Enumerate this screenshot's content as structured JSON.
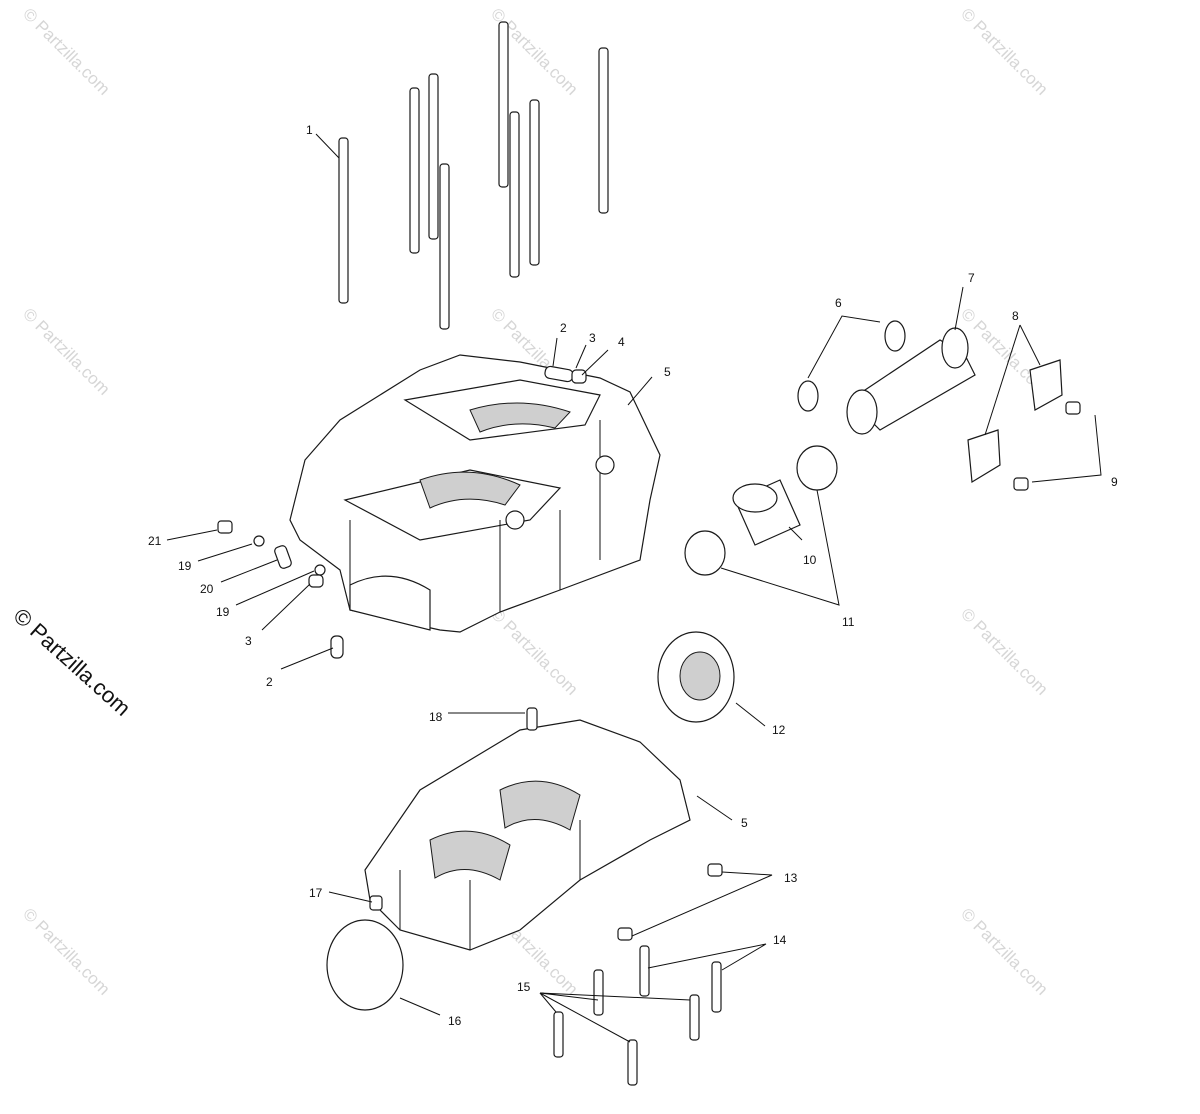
{
  "watermark": {
    "text": "© Partzilla.com"
  },
  "brand": {
    "text": "© Partzilla.com"
  },
  "callouts": {
    "c1": "1",
    "c2a": "2",
    "c3a": "3",
    "c4": "4",
    "c5a": "5",
    "c6": "6",
    "c7": "7",
    "c8": "8",
    "c9": "9",
    "c10": "10",
    "c11": "11",
    "c21": "21",
    "c19a": "19",
    "c20": "20",
    "c19b": "19",
    "c3b": "3",
    "c2b": "2",
    "c12": "12",
    "c18": "18",
    "c5b": "5",
    "c13": "13",
    "c14": "14",
    "c17": "17",
    "c15": "15",
    "c16": "16"
  }
}
